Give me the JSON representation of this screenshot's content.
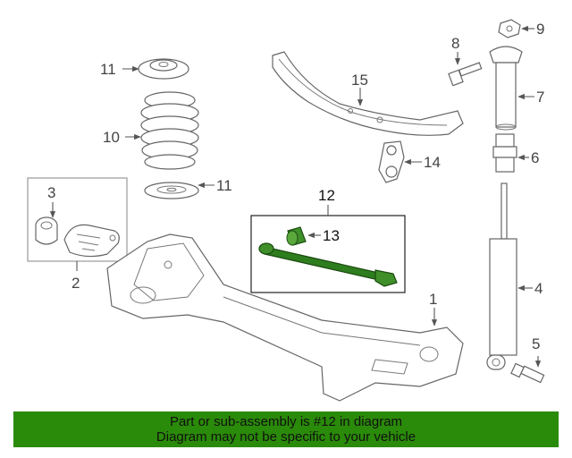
{
  "callouts": {
    "c1": "1",
    "c2": "2",
    "c3": "3",
    "c4": "4",
    "c5": "5",
    "c6": "6",
    "c7": "7",
    "c8": "8",
    "c9": "9",
    "c10": "10",
    "c11a": "11",
    "c11b": "11",
    "c12": "12",
    "c13": "13",
    "c14": "14",
    "c15": "15"
  },
  "banner": {
    "line1": "Part or sub-assembly is #12 in diagram",
    "line2": "Diagram may not be specific to your vehicle"
  },
  "colors": {
    "highlight_part": "#2e7d1e",
    "banner_bg": "#2a8a09",
    "line_art": "#666666"
  }
}
